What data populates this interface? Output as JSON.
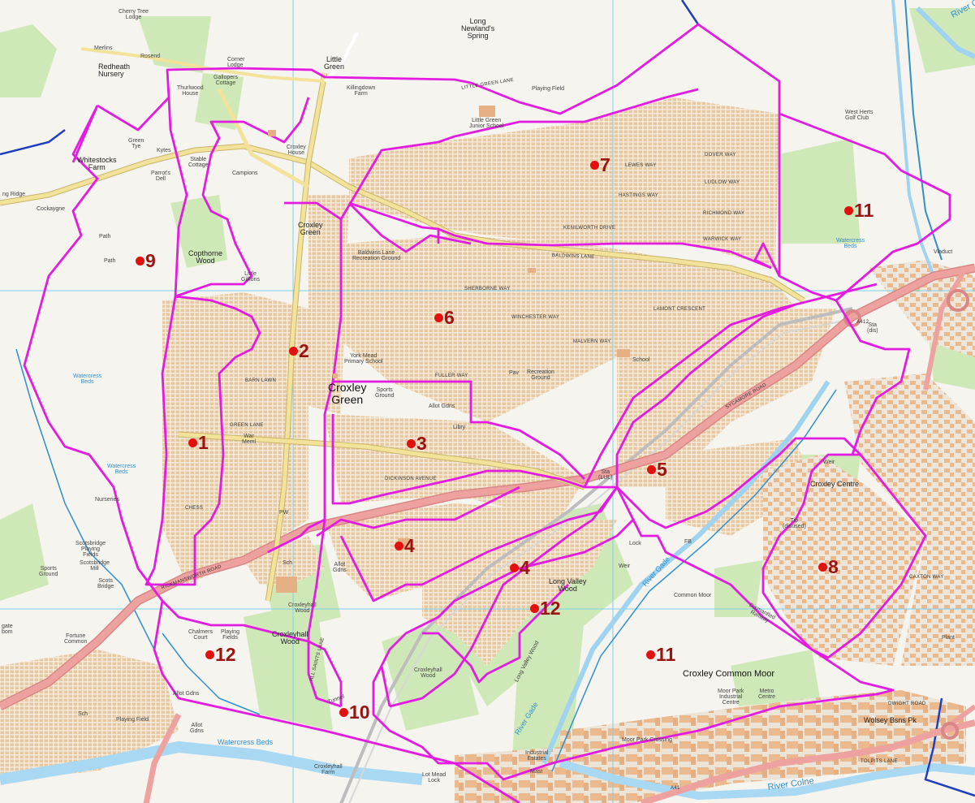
{
  "colors": {
    "boundary": "#e21ce0",
    "water": "#2f8fd0",
    "main_road": "#e8807f",
    "secondary_road": "#f3e39a",
    "woodland": "#cfe8b8",
    "grid": "#7fd0ea",
    "marker": "#e31010",
    "marker_label": "#9a1414"
  },
  "markers": [
    "1",
    "2",
    "3",
    "4",
    "4",
    "5",
    "6",
    "7",
    "8",
    "9",
    "10",
    "11",
    "11",
    "12",
    "12"
  ],
  "places": {
    "croxley_green": "Croxley\nGreen",
    "croxley_common_moor": "Croxley Common Moor",
    "common_moor": "Common Moor",
    "long_newlands_spring": "Long\nNewland's\nSpring",
    "cherry_tree_lodge": "Cherry Tree\nLodge",
    "merlins": "Merlins",
    "rosend": "Rosend",
    "redheath_nursery": "Redheath\nNursery",
    "corner_lodge": "Corner\nLodge",
    "little_green": "Little\nGreen",
    "gallopers_cottage": "Gallopers\nCottage",
    "thurlwood_house": "Thurlwood\nHouse",
    "killingdown_farm": "Killingdown\nFarm",
    "playing_field_n": "Playing Field",
    "little_green_junior_school": "Little Green\nJunior School",
    "west_herts_golf_club": "West Herts\nGolf Club",
    "croxley_house": "Croxley\nHouse",
    "green_tye": "Green\nTye",
    "kytes": "Kytes",
    "whitestocks_farm": "Whitestocks\nFarm",
    "stable_cottage": "Stable\nCottage",
    "campions": "Campions",
    "parrots_dell": "Parrot's\nDell",
    "cockaygne": "Cockaygne",
    "ng_ridge": "ng Ridge",
    "path_1": "Path",
    "path_2": "Path",
    "copthorne_wood": "Copthorne\nWood",
    "croxley_green_small": "Croxley\nGreen",
    "little_gillions": "Little\nGillions",
    "baldwins_lane_rec": "Baldwins Lane\nRecreation Ground",
    "york_mead_school": "York Mead\nPrimary School",
    "recreation_ground": "Recreation\nGround",
    "school": "School",
    "sports_ground_1": "Sports\nGround",
    "allot_gdns_1": "Allot Gdns",
    "libry": "Libry",
    "war_meml": "War\nMeml",
    "sta_lul": "Sta\n(LUL)",
    "croxley_centre": "Croxley Centre",
    "tip_disused": "Tip\n(disused)",
    "viaduct": "Viaduct",
    "sta_dis": "Sta\n(dis)",
    "watercress_beds_1": "Watercress\nBeds",
    "watercress_beds_2": "Watercress\nBeds",
    "watercress_beds_3": "Watercress\nBeds",
    "watercress_beds_4": "Watercress Beds",
    "nurseries": "Nurseries",
    "sports_ground_2": "Sports\nGround",
    "scotsbridge_playing_fields": "Scotsbridge\nPlaying\nFields",
    "scotsbridge_mill": "Scotsbridge\nMill",
    "scots_bridge": "Scots\nBridge",
    "fortune_common": "Fortune\nCommon",
    "chalmers_court": "Chalmers\nCourt",
    "playing_fields": "Playing\nFields",
    "croxleyhall_wood_1": "Croxleyhall\nWood",
    "croxleyhall_wood_2": "Croxleyhall\nWood",
    "croxleyhall_wood_3": "Croxleyhall\nWood",
    "long_valley_wood": "Long Valley\nWood",
    "long_valley_wood_2": "Long Valley Wood",
    "allot_gdns_2": "Allot\nGdns",
    "allot_gdns_3": "Allot Gdns",
    "allot_gdns_4": "Allot\nGdns",
    "playing_field_s": "Playing Field",
    "croxleyhall_farm": "Croxleyhall\nFarm",
    "lot_mead_lock": "Lot Mead\nLock",
    "industrial_estates": "Industrial\nEstates",
    "mast": "Mast",
    "moor_park_crossing": "Moor Park Crossing",
    "moor_park_ind_centre": "Moor Park\nIndustrial\nCentre",
    "metro_centre": "Metro\nCentre",
    "wolsey_bsns_pk": "Wolsey Bsns Pk",
    "river_gade_1": "River Gade",
    "river_gade_2": "River Gade",
    "river_colne": "River Colne",
    "river_gade_ne": "River G",
    "lock": "Lock",
    "weir_1": "Weir",
    "weir_2": "Weir",
    "fb": "FB",
    "pw": "PW",
    "sch": "Sch",
    "pav": "Pav",
    "dismantled_railway": "Dismantled\nRailway",
    "tunnel": "Tunnel",
    "plant": "Plant",
    "gate": "gate\nbom",
    "sch2": "Sch"
  },
  "roads": {
    "little_green_lane": "LITTLE GREEN LANE",
    "baldwins_lane": "BALDWINS LANE",
    "dover_way": "DOVER WAY",
    "lewes_way": "LEWES WAY",
    "ludlow_way": "LUDLOW WAY",
    "hastings_way": "HASTINGS WAY",
    "richmond_way": "RICHMOND WAY",
    "warwick_way": "WARWICK WAY",
    "kenilworth_drive": "KENILWORTH DRIVE",
    "sherborne_way": "SHERBORNE WAY",
    "winchester_way": "WINCHESTER WAY",
    "malvern_way": "MALVERN WAY",
    "fuller_way": "FULLER WAY",
    "barn_lawn": "BARN LAWN",
    "green_lane": "GREEN LANE",
    "chess": "CHESS",
    "dickinson_avenue": "DICKINSON AVENUE",
    "sycamore_road": "SYCAMORE ROAD",
    "caxton_way": "CAXTON WAY",
    "tolpits_lane": "TOLPITS LANE",
    "dwight_road": "DWIGHT ROAD",
    "a412": "A412",
    "rickmansworth_road": "RICKMANSWORTH ROAD",
    "all_saints_lane": "ALL SAINTS LANE",
    "lamont_crescent": "LAMONT CRESCENT",
    "a41": "A41"
  }
}
